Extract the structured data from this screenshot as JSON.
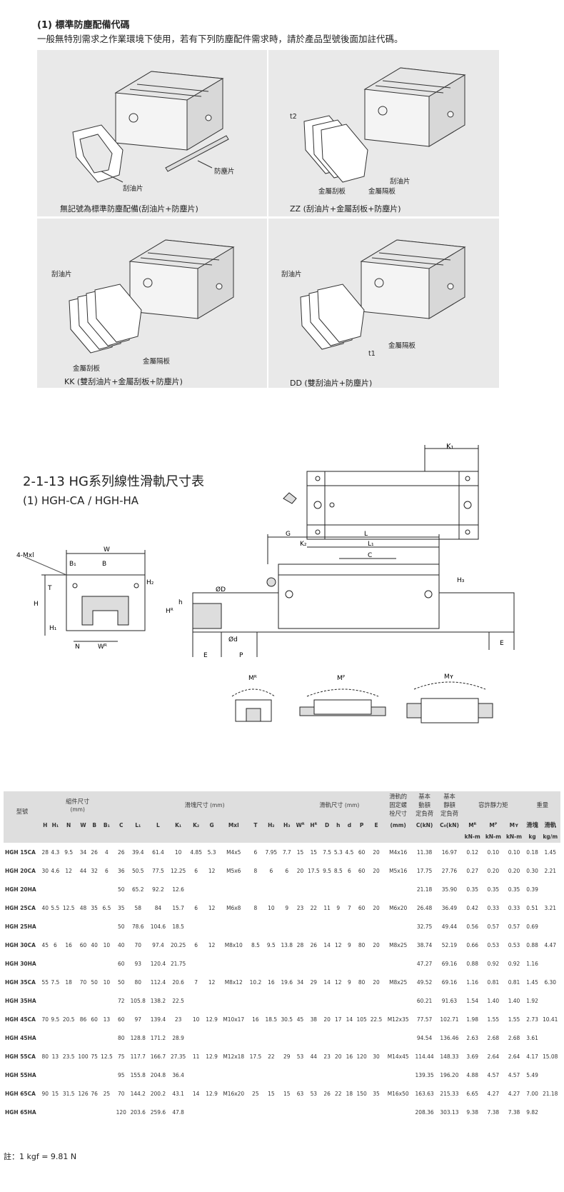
{
  "section1": {
    "title": "(1) 標準防塵配備代碼",
    "subtitle": "一般無特別需求之作業環境下使用，若有下列防塵配件需求時，請於產品型號後面加註代碼。",
    "panels": [
      {
        "caption": "無記號為標準防塵配備(刮油片+防塵片)",
        "labels": [
          "刮油片",
          "防塵片"
        ]
      },
      {
        "caption": "ZZ (刮油片+金屬刮板+防塵片)",
        "labels": [
          "t2",
          "刮油片",
          "金屬刮板",
          "金屬隔板"
        ]
      },
      {
        "caption": "KK (雙刮油片+金屬刮板+防塵片)",
        "labels": [
          "刮油片",
          "金屬隔板",
          "金屬刮板"
        ]
      },
      {
        "caption": "DD (雙刮油片+防塵片)",
        "labels": [
          "刮油片",
          "金屬隔板",
          "t1"
        ]
      }
    ]
  },
  "section2": {
    "title": "2-1-13 HG系列線性滑軌尺寸表",
    "subtitle": "(1) HGH-CA / HGH-HA",
    "dims": {
      "K1": "K₁",
      "G": "G",
      "L": "L",
      "K2": "K₂",
      "L1": "L₁",
      "C": "C",
      "W": "W",
      "4Mxl": "4-Mxl",
      "B1": "B₁",
      "B": "B",
      "T": "T",
      "H2": "H₂",
      "H": "H",
      "H1": "H₁",
      "N": "N",
      "WR": "Wᴿ",
      "HR": "Hᴿ",
      "h": "h",
      "OD": "ØD",
      "Od": "Ød",
      "E": "E",
      "P": "P",
      "H3": "H₃",
      "MR": "Mᴿ",
      "MP": "Mᴾ",
      "MY": "Mʏ"
    }
  },
  "table": {
    "col_model": "型號",
    "groups": [
      {
        "label": "組件尺寸\n(mm)"
      },
      {
        "label": "滑塊尺寸 (mm)"
      },
      {
        "label": "滑軌尺寸 (mm)"
      },
      {
        "label": "滑軌的\n固定螺\n栓尺寸"
      },
      {
        "label": "基本\n動額\n定負荷"
      },
      {
        "label": "基本\n靜額\n定負荷"
      },
      {
        "label": "容許靜力矩"
      },
      {
        "label": "重量"
      }
    ],
    "headers": [
      "H",
      "H₁",
      "N",
      "W",
      "B",
      "B₁",
      "C",
      "L₁",
      "L",
      "K₁",
      "K₂",
      "G",
      "Mxl",
      "T",
      "H₂",
      "H₃",
      "Wᴿ",
      "Hᴿ",
      "D",
      "h",
      "d",
      "P",
      "E",
      "(mm)",
      "C(kN)",
      "C₀(kN)",
      "Mᴿ",
      "Mᴾ",
      "Mʏ",
      "滑塊",
      "滑軌"
    ],
    "units": [
      "kN-m",
      "kN-m",
      "kN-m",
      "kg",
      "kg/m"
    ],
    "rows": [
      [
        "HGH 15CA",
        "28",
        "4.3",
        "9.5",
        "34",
        "26",
        "4",
        "26",
        "39.4",
        "61.4",
        "10",
        "4.85",
        "5.3",
        "M4x5",
        "6",
        "7.95",
        "7.7",
        "15",
        "15",
        "7.5",
        "5.3",
        "4.5",
        "60",
        "20",
        "M4x16",
        "11.38",
        "16.97",
        "0.12",
        "0.10",
        "0.10",
        "0.18",
        "1.45"
      ],
      [
        "HGH 20CA",
        "30",
        "4.6",
        "12",
        "44",
        "32",
        "6",
        "36",
        "50.5",
        "77.5",
        "12.25",
        "6",
        "12",
        "M5x6",
        "8",
        "6",
        "6",
        "20",
        "17.5",
        "9.5",
        "8.5",
        "6",
        "60",
        "20",
        "M5x16",
        "17.75",
        "27.76",
        "0.27",
        "0.20",
        "0.20",
        "0.30",
        "2.21"
      ],
      [
        "HGH 20HA",
        "",
        "",
        "",
        "",
        "",
        "",
        "50",
        "65.2",
        "92.2",
        "12.6",
        "",
        "",
        "",
        "",
        "",
        "",
        "",
        "",
        "",
        "",
        "",
        "",
        "",
        "",
        "21.18",
        "35.90",
        "0.35",
        "0.35",
        "0.35",
        "0.39",
        ""
      ],
      [
        "HGH 25CA",
        "40",
        "5.5",
        "12.5",
        "48",
        "35",
        "6.5",
        "35",
        "58",
        "84",
        "15.7",
        "6",
        "12",
        "M6x8",
        "8",
        "10",
        "9",
        "23",
        "22",
        "11",
        "9",
        "7",
        "60",
        "20",
        "M6x20",
        "26.48",
        "36.49",
        "0.42",
        "0.33",
        "0.33",
        "0.51",
        "3.21"
      ],
      [
        "HGH 25HA",
        "",
        "",
        "",
        "",
        "",
        "",
        "50",
        "78.6",
        "104.6",
        "18.5",
        "",
        "",
        "",
        "",
        "",
        "",
        "",
        "",
        "",
        "",
        "",
        "",
        "",
        "",
        "32.75",
        "49.44",
        "0.56",
        "0.57",
        "0.57",
        "0.69",
        ""
      ],
      [
        "HGH 30CA",
        "45",
        "6",
        "16",
        "60",
        "40",
        "10",
        "40",
        "70",
        "97.4",
        "20.25",
        "6",
        "12",
        "M8x10",
        "8.5",
        "9.5",
        "13.8",
        "28",
        "26",
        "14",
        "12",
        "9",
        "80",
        "20",
        "M8x25",
        "38.74",
        "52.19",
        "0.66",
        "0.53",
        "0.53",
        "0.88",
        "4.47"
      ],
      [
        "HGH 30HA",
        "",
        "",
        "",
        "",
        "",
        "",
        "60",
        "93",
        "120.4",
        "21.75",
        "",
        "",
        "",
        "",
        "",
        "",
        "",
        "",
        "",
        "",
        "",
        "",
        "",
        "",
        "47.27",
        "69.16",
        "0.88",
        "0.92",
        "0.92",
        "1.16",
        ""
      ],
      [
        "HGH 35CA",
        "55",
        "7.5",
        "18",
        "70",
        "50",
        "10",
        "50",
        "80",
        "112.4",
        "20.6",
        "7",
        "12",
        "M8x12",
        "10.2",
        "16",
        "19.6",
        "34",
        "29",
        "14",
        "12",
        "9",
        "80",
        "20",
        "M8x25",
        "49.52",
        "69.16",
        "1.16",
        "0.81",
        "0.81",
        "1.45",
        "6.30"
      ],
      [
        "HGH 35HA",
        "",
        "",
        "",
        "",
        "",
        "",
        "72",
        "105.8",
        "138.2",
        "22.5",
        "",
        "",
        "",
        "",
        "",
        "",
        "",
        "",
        "",
        "",
        "",
        "",
        "",
        "",
        "60.21",
        "91.63",
        "1.54",
        "1.40",
        "1.40",
        "1.92",
        ""
      ],
      [
        "HGH 45CA",
        "70",
        "9.5",
        "20.5",
        "86",
        "60",
        "13",
        "60",
        "97",
        "139.4",
        "23",
        "10",
        "12.9",
        "M10x17",
        "16",
        "18.5",
        "30.5",
        "45",
        "38",
        "20",
        "17",
        "14",
        "105",
        "22.5",
        "M12x35",
        "77.57",
        "102.71",
        "1.98",
        "1.55",
        "1.55",
        "2.73",
        "10.41"
      ],
      [
        "HGH 45HA",
        "",
        "",
        "",
        "",
        "",
        "",
        "80",
        "128.8",
        "171.2",
        "28.9",
        "",
        "",
        "",
        "",
        "",
        "",
        "",
        "",
        "",
        "",
        "",
        "",
        "",
        "",
        "94.54",
        "136.46",
        "2.63",
        "2.68",
        "2.68",
        "3.61",
        ""
      ],
      [
        "HGH 55CA",
        "80",
        "13",
        "23.5",
        "100",
        "75",
        "12.5",
        "75",
        "117.7",
        "166.7",
        "27.35",
        "11",
        "12.9",
        "M12x18",
        "17.5",
        "22",
        "29",
        "53",
        "44",
        "23",
        "20",
        "16",
        "120",
        "30",
        "M14x45",
        "114.44",
        "148.33",
        "3.69",
        "2.64",
        "2.64",
        "4.17",
        "15.08"
      ],
      [
        "HGH 55HA",
        "",
        "",
        "",
        "",
        "",
        "",
        "95",
        "155.8",
        "204.8",
        "36.4",
        "",
        "",
        "",
        "",
        "",
        "",
        "",
        "",
        "",
        "",
        "",
        "",
        "",
        "",
        "139.35",
        "196.20",
        "4.88",
        "4.57",
        "4.57",
        "5.49",
        ""
      ],
      [
        "HGH 65CA",
        "90",
        "15",
        "31.5",
        "126",
        "76",
        "25",
        "70",
        "144.2",
        "200.2",
        "43.1",
        "14",
        "12.9",
        "M16x20",
        "25",
        "15",
        "15",
        "63",
        "53",
        "26",
        "22",
        "18",
        "150",
        "35",
        "M16x50",
        "163.63",
        "215.33",
        "6.65",
        "4.27",
        "4.27",
        "7.00",
        "21.18"
      ],
      [
        "HGH 65HA",
        "",
        "",
        "",
        "",
        "",
        "",
        "120",
        "203.6",
        "259.6",
        "47.8",
        "",
        "",
        "",
        "",
        "",
        "",
        "",
        "",
        "",
        "",
        "",
        "",
        "",
        "",
        "208.36",
        "303.13",
        "9.38",
        "7.38",
        "7.38",
        "9.82",
        ""
      ]
    ],
    "note": "註：1 kgf = 9.81 N"
  }
}
